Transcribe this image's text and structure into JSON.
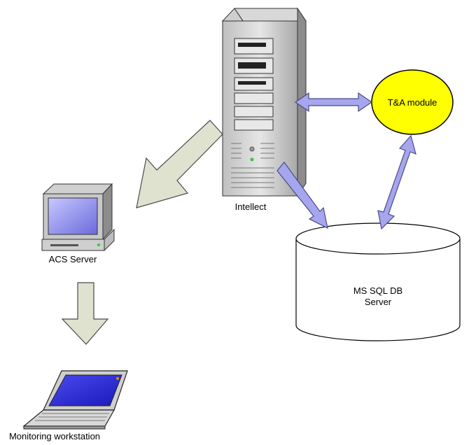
{
  "nodes": {
    "intellect": {
      "label": "Intellect",
      "icon": "server-tower-icon"
    },
    "ta_module": {
      "label": "T&A module",
      "icon": "ellipse-module"
    },
    "db": {
      "label_line1": "MS SQL DB",
      "label_line2": "Server",
      "icon": "database-cylinder-icon"
    },
    "acs": {
      "label": "ACS Server",
      "icon": "desktop-computer-icon"
    },
    "workstation": {
      "label": "Monitoring workstation",
      "icon": "laptop-icon"
    }
  },
  "colors": {
    "ta_fill": "#ffff00",
    "blue_arrow": "#a6a6ee",
    "blue_arrow_stroke": "#4a4a8a",
    "gray_arrow": "#e0e2d0",
    "gray_arrow_stroke": "#4a4a4a",
    "screen_blue": "#2a2ad8"
  }
}
